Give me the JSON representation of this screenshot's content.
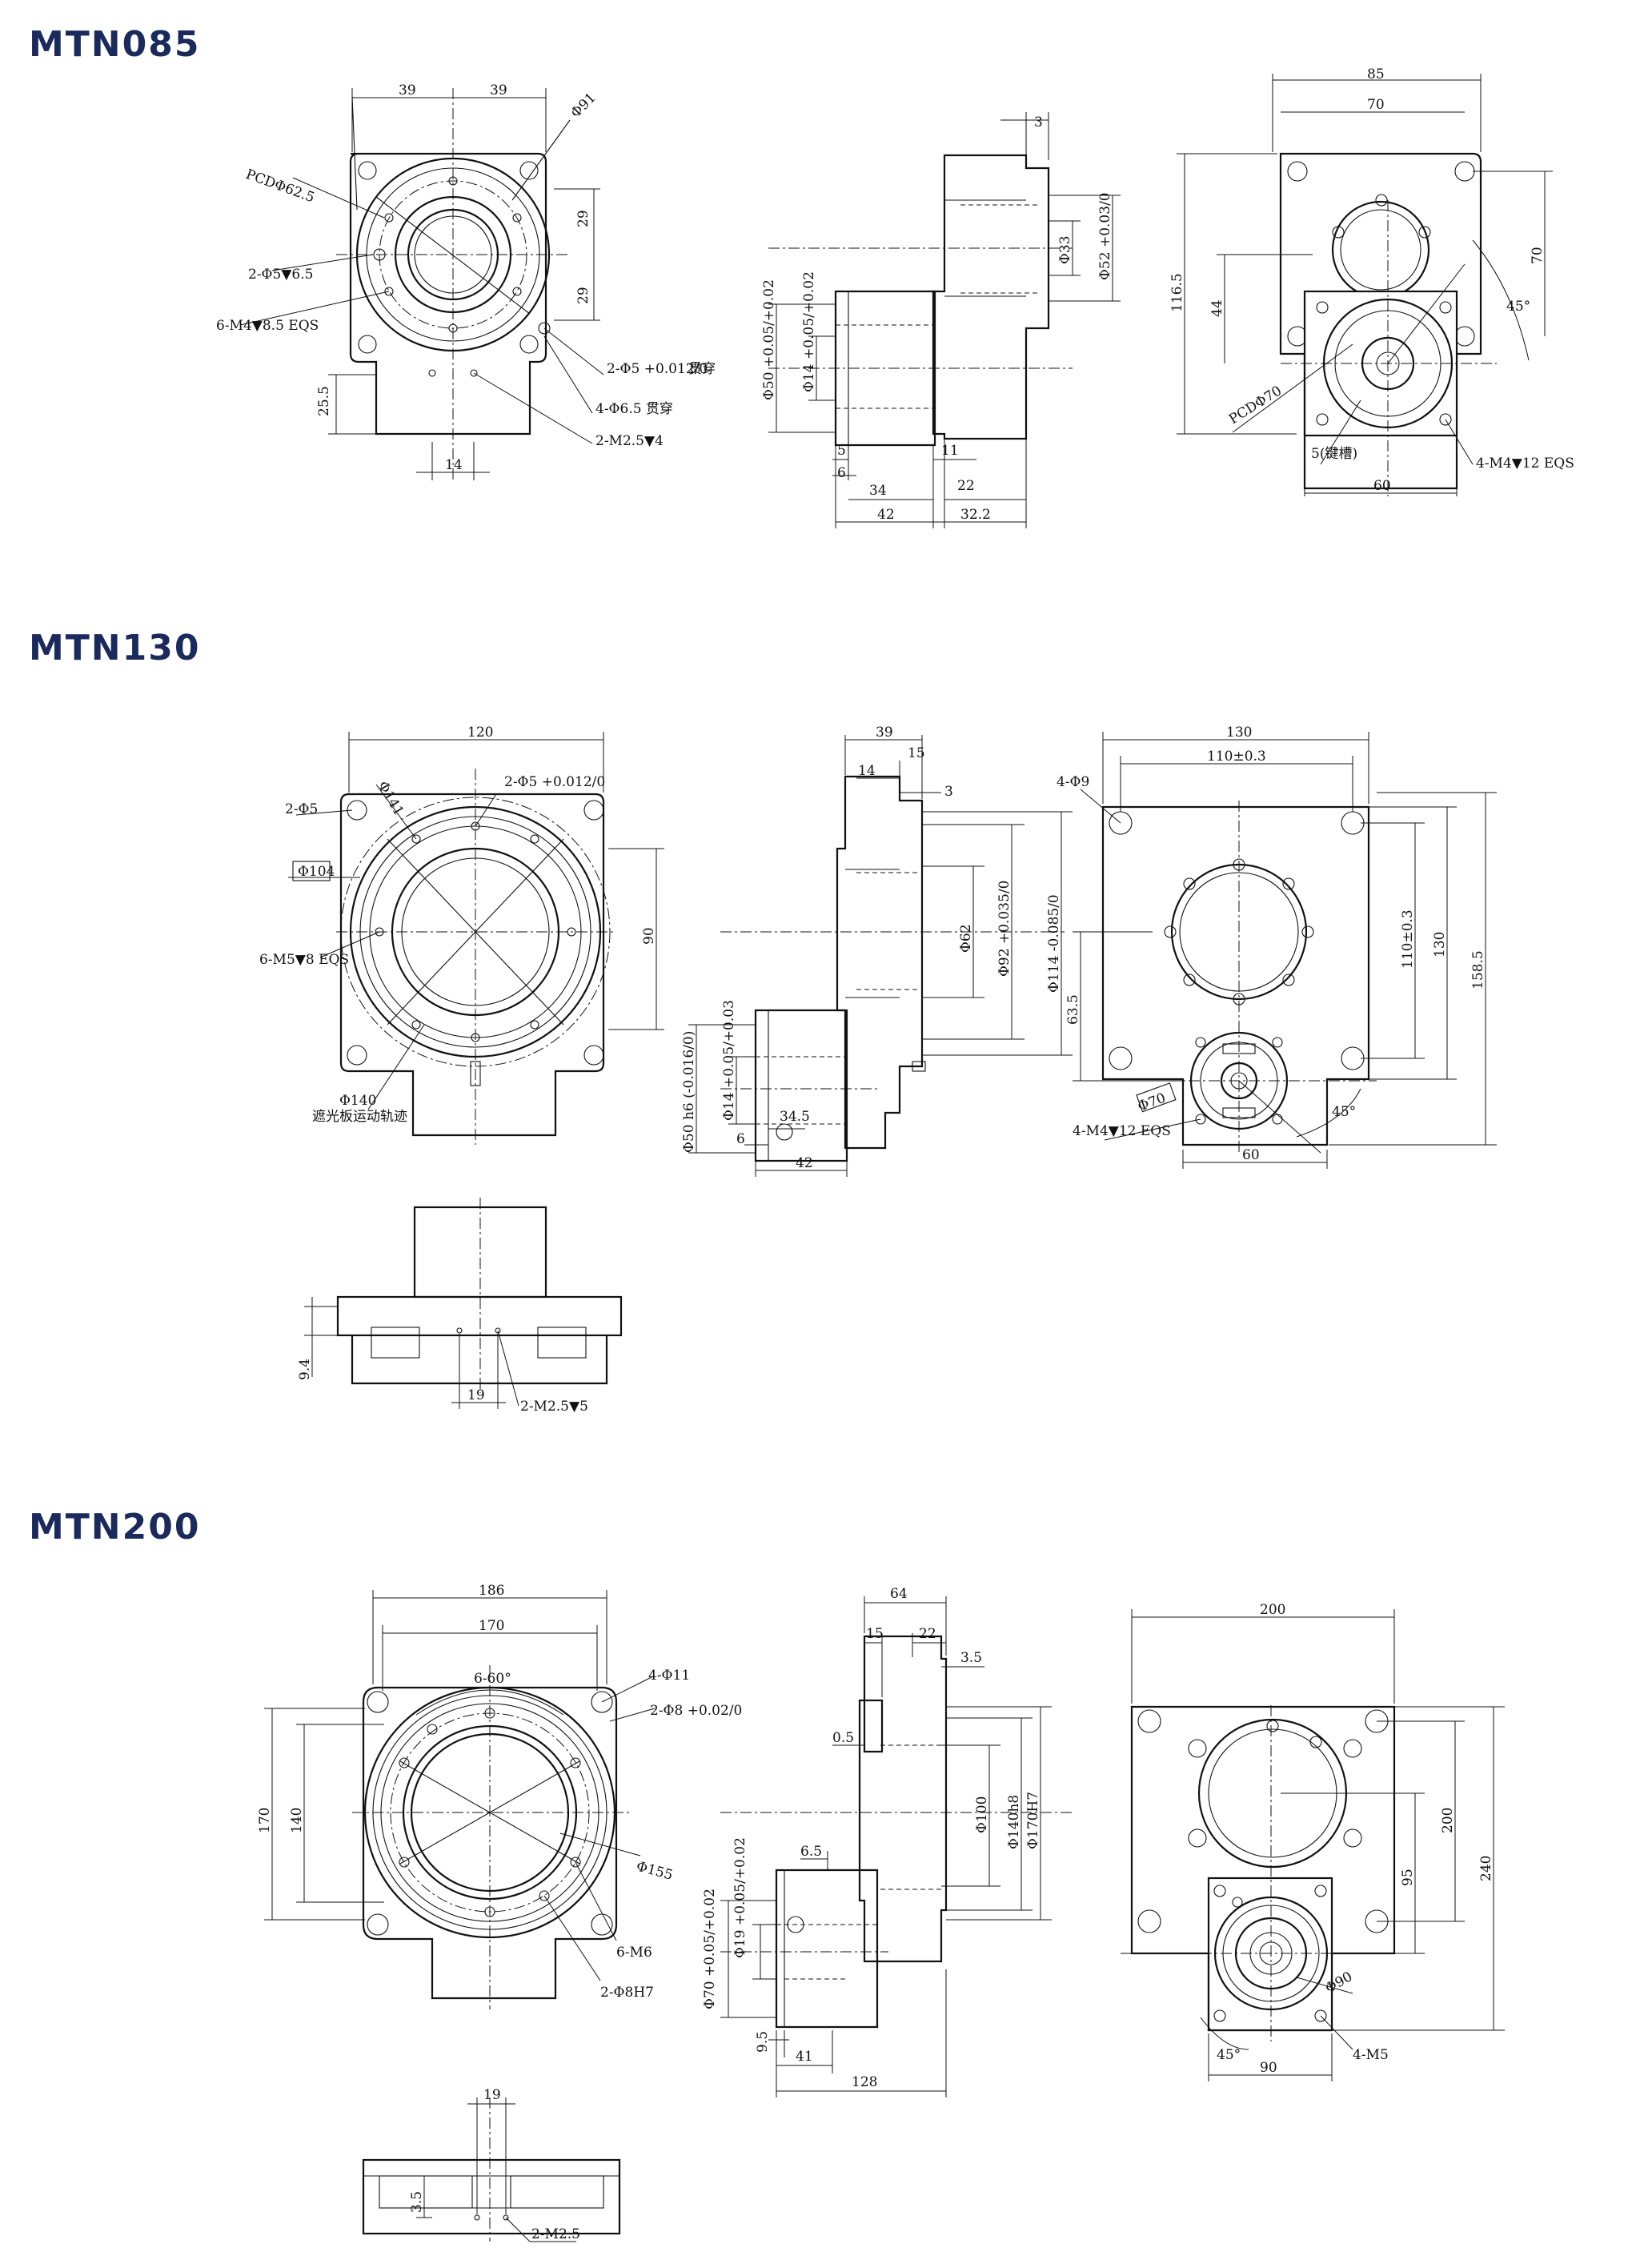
{
  "colors": {
    "title": "#1b2a5c",
    "line": "#111111"
  },
  "models": [
    {
      "title": "MTN085",
      "labels": [
        "39",
        "39",
        "Φ91",
        "PCDΦ62.5",
        "29",
        "29",
        "2-Φ5▼6.5",
        "6-M4▼8.5 EQS",
        "2-Φ5 +0.012/0",
        "贯穿",
        "4-Φ6.5 贯穿",
        "2-M2.5▼4",
        "25.5",
        "14",
        "3",
        "Φ33",
        "Φ52 +0.03/0",
        "Φ50 +0.05/+0.02",
        "Φ14 +0.05/+0.02",
        "5",
        "6",
        "11",
        "34",
        "22",
        "42",
        "32.2",
        "85",
        "70",
        "116.5",
        "44",
        "70",
        "45°",
        "PCDΦ70",
        "5(键槽)",
        "4-M4▼12 EQS",
        "60"
      ]
    },
    {
      "title": "MTN130",
      "labels": [
        "120",
        "Φ141",
        "2-Φ5 +0.012/0",
        "2-Φ5",
        "Φ104",
        "6-M5▼8 EQS",
        "90",
        "Φ140",
        "遮光板运动轨迹",
        "39",
        "14",
        "15",
        "3",
        "Φ62",
        "Φ92 +0.035/0",
        "Φ114 -0.085/0",
        "Φ50 h6 (-0.016/0)",
        "Φ14 +0.05/+0.03",
        "34.5",
        "6",
        "42",
        "130",
        "110±0.3",
        "4-Φ9",
        "110±0.3",
        "130",
        "158.5",
        "63.5",
        "Φ70",
        "45°",
        "4-M4▼12 EQS",
        "60",
        "9.4",
        "19",
        "2-M2.5▼5"
      ]
    },
    {
      "title": "MTN200",
      "labels": [
        "186",
        "170",
        "6-60°",
        "4-Φ11",
        "2-Φ8 +0.02/0",
        "170",
        "140",
        "Φ155",
        "6-M6",
        "2-Φ8H7",
        "64",
        "15",
        "22",
        "3.5",
        "0.5",
        "6.5",
        "Φ19 +0.05/+0.02",
        "Φ70 +0.05/+0.02",
        "Φ100",
        "Φ140h8",
        "Φ170H7",
        "41",
        "128",
        "9.5",
        "200",
        "200",
        "240",
        "95",
        "Φ90",
        "45°",
        "4-M5",
        "90",
        "19",
        "3.5",
        "2-M2.5"
      ]
    }
  ]
}
